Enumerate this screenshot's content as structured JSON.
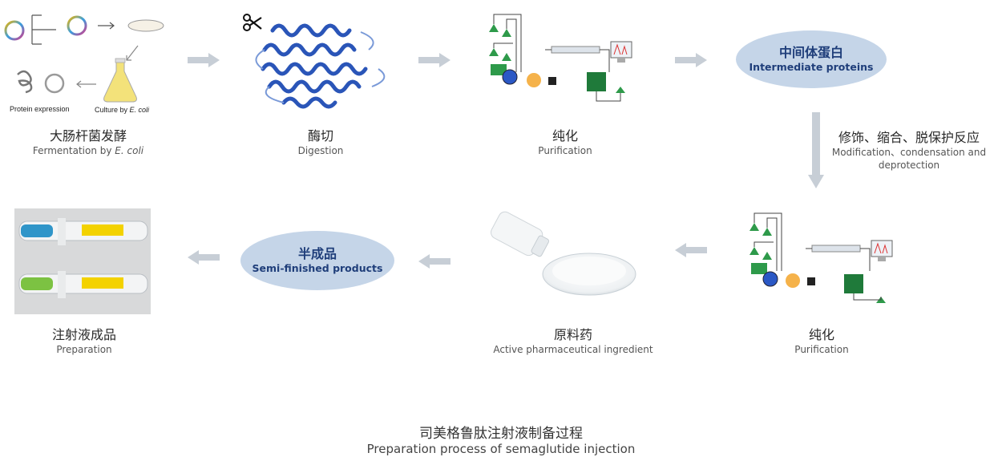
{
  "steps": {
    "fermentation": {
      "zh": "大肠杆菌发酵",
      "en_pre": "Fermentation by ",
      "en_em": "E. coli",
      "protein_expression": "Protein expression",
      "culture_pre": "Culture by ",
      "culture_em": "E. coli"
    },
    "digestion": {
      "zh": "酶切",
      "en": "Digestion"
    },
    "purification1": {
      "zh": "纯化",
      "en": "Purification"
    },
    "intermediate": {
      "zh": "中间体蛋白",
      "en": "Intermediate proteins"
    },
    "modification": {
      "zh": "修饰、缩合、脱保护反应",
      "en1": "Modification、condensation  and",
      "en2": "deprotection"
    },
    "purification2": {
      "zh": "纯化",
      "en": "Purification"
    },
    "api": {
      "zh": "原料药",
      "en": "Active pharmaceutical ingredient"
    },
    "semi": {
      "zh": "半成品",
      "en": "Semi-finished products"
    },
    "preparation": {
      "zh": "注射液成品",
      "en": "Preparation"
    }
  },
  "title": {
    "zh": "司美格鲁肽注射液制备过程",
    "en": "Preparation process of semaglutide injection"
  },
  "colors": {
    "arrow": "#c7ced6",
    "ellipse": "#c5d5e8",
    "ellipse_text": "#1f3e7a"
  }
}
